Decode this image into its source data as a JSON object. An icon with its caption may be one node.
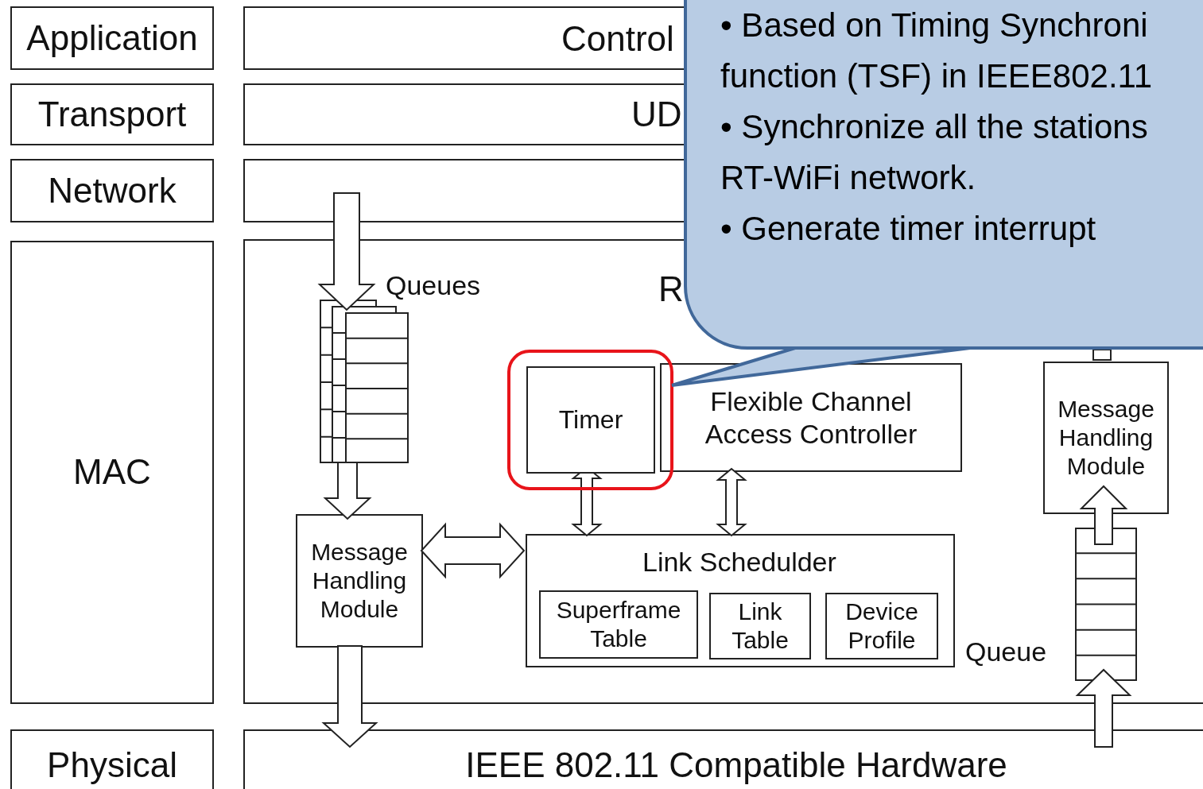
{
  "diagram": {
    "nodes": [
      {
        "text": [
          "Application"
        ]
      },
      {
        "text": [
          "Transport"
        ]
      },
      {
        "text": [
          "Network"
        ]
      },
      {
        "text": [
          "MAC"
        ]
      },
      {
        "text": [
          "Physical"
        ]
      },
      {
        "text": [
          "Control"
        ]
      },
      {
        "text": [
          "UD"
        ]
      },
      {
        "text": [],
        "shape": "box"
      },
      {
        "text": [
          "R"
        ]
      },
      {
        "text": [],
        "shape": "box",
        "beside": [
          "Queues"
        ],
        "in": 8
      },
      {
        "text": [
          "Message Handling Module"
        ],
        "in": 8
      },
      {
        "text": [],
        "shape": "box",
        "in": 8
      },
      {
        "text": [
          "Timer"
        ],
        "in": 11
      },
      {
        "text": [
          "Flexible Channel Access Controller"
        ],
        "in": 8
      },
      {
        "text": [
          "Link Schedulder"
        ],
        "in": 8
      },
      {
        "text": [
          "Superframe Table"
        ],
        "in": 14
      },
      {
        "text": [
          "Link Table"
        ],
        "in": 14
      },
      {
        "text": [
          "Device Profile"
        ],
        "in": 14
      },
      {
        "text": [
          "Message Handling Module"
        ],
        "in": 8
      },
      {
        "text": [],
        "shape": "box",
        "beside": [
          "Queue"
        ],
        "in": 8
      },
      {
        "text": [
          "IEEE 802.11 Compatible Hardware"
        ]
      },
      {
        "text": [
          "• Based on Timing Synchroni function (TSF) in IEEE802.11",
          "• Synchronize all the stations RT-WiFi network.",
          "• Generate timer interrupt"
        ]
      }
    ],
    "edges": [
      {
        "from": 7,
        "to": 9,
        "arrow": "to"
      },
      {
        "from": 9,
        "to": 10,
        "arrow": "to"
      },
      {
        "from": 10,
        "to": 20,
        "arrow": "to"
      },
      {
        "from": 10,
        "to": 14,
        "arrow": "both"
      },
      {
        "from": 12,
        "to": 14,
        "arrow": "both"
      },
      {
        "from": 13,
        "to": 14,
        "arrow": "both"
      },
      {
        "from": 20,
        "to": 19,
        "arrow": "to"
      },
      {
        "from": 19,
        "to": 18,
        "arrow": "to"
      },
      {
        "from": 18,
        "to": null,
        "arrow": "none"
      },
      {
        "from": 21,
        "to": 11,
        "arrow": "none"
      }
    ]
  }
}
